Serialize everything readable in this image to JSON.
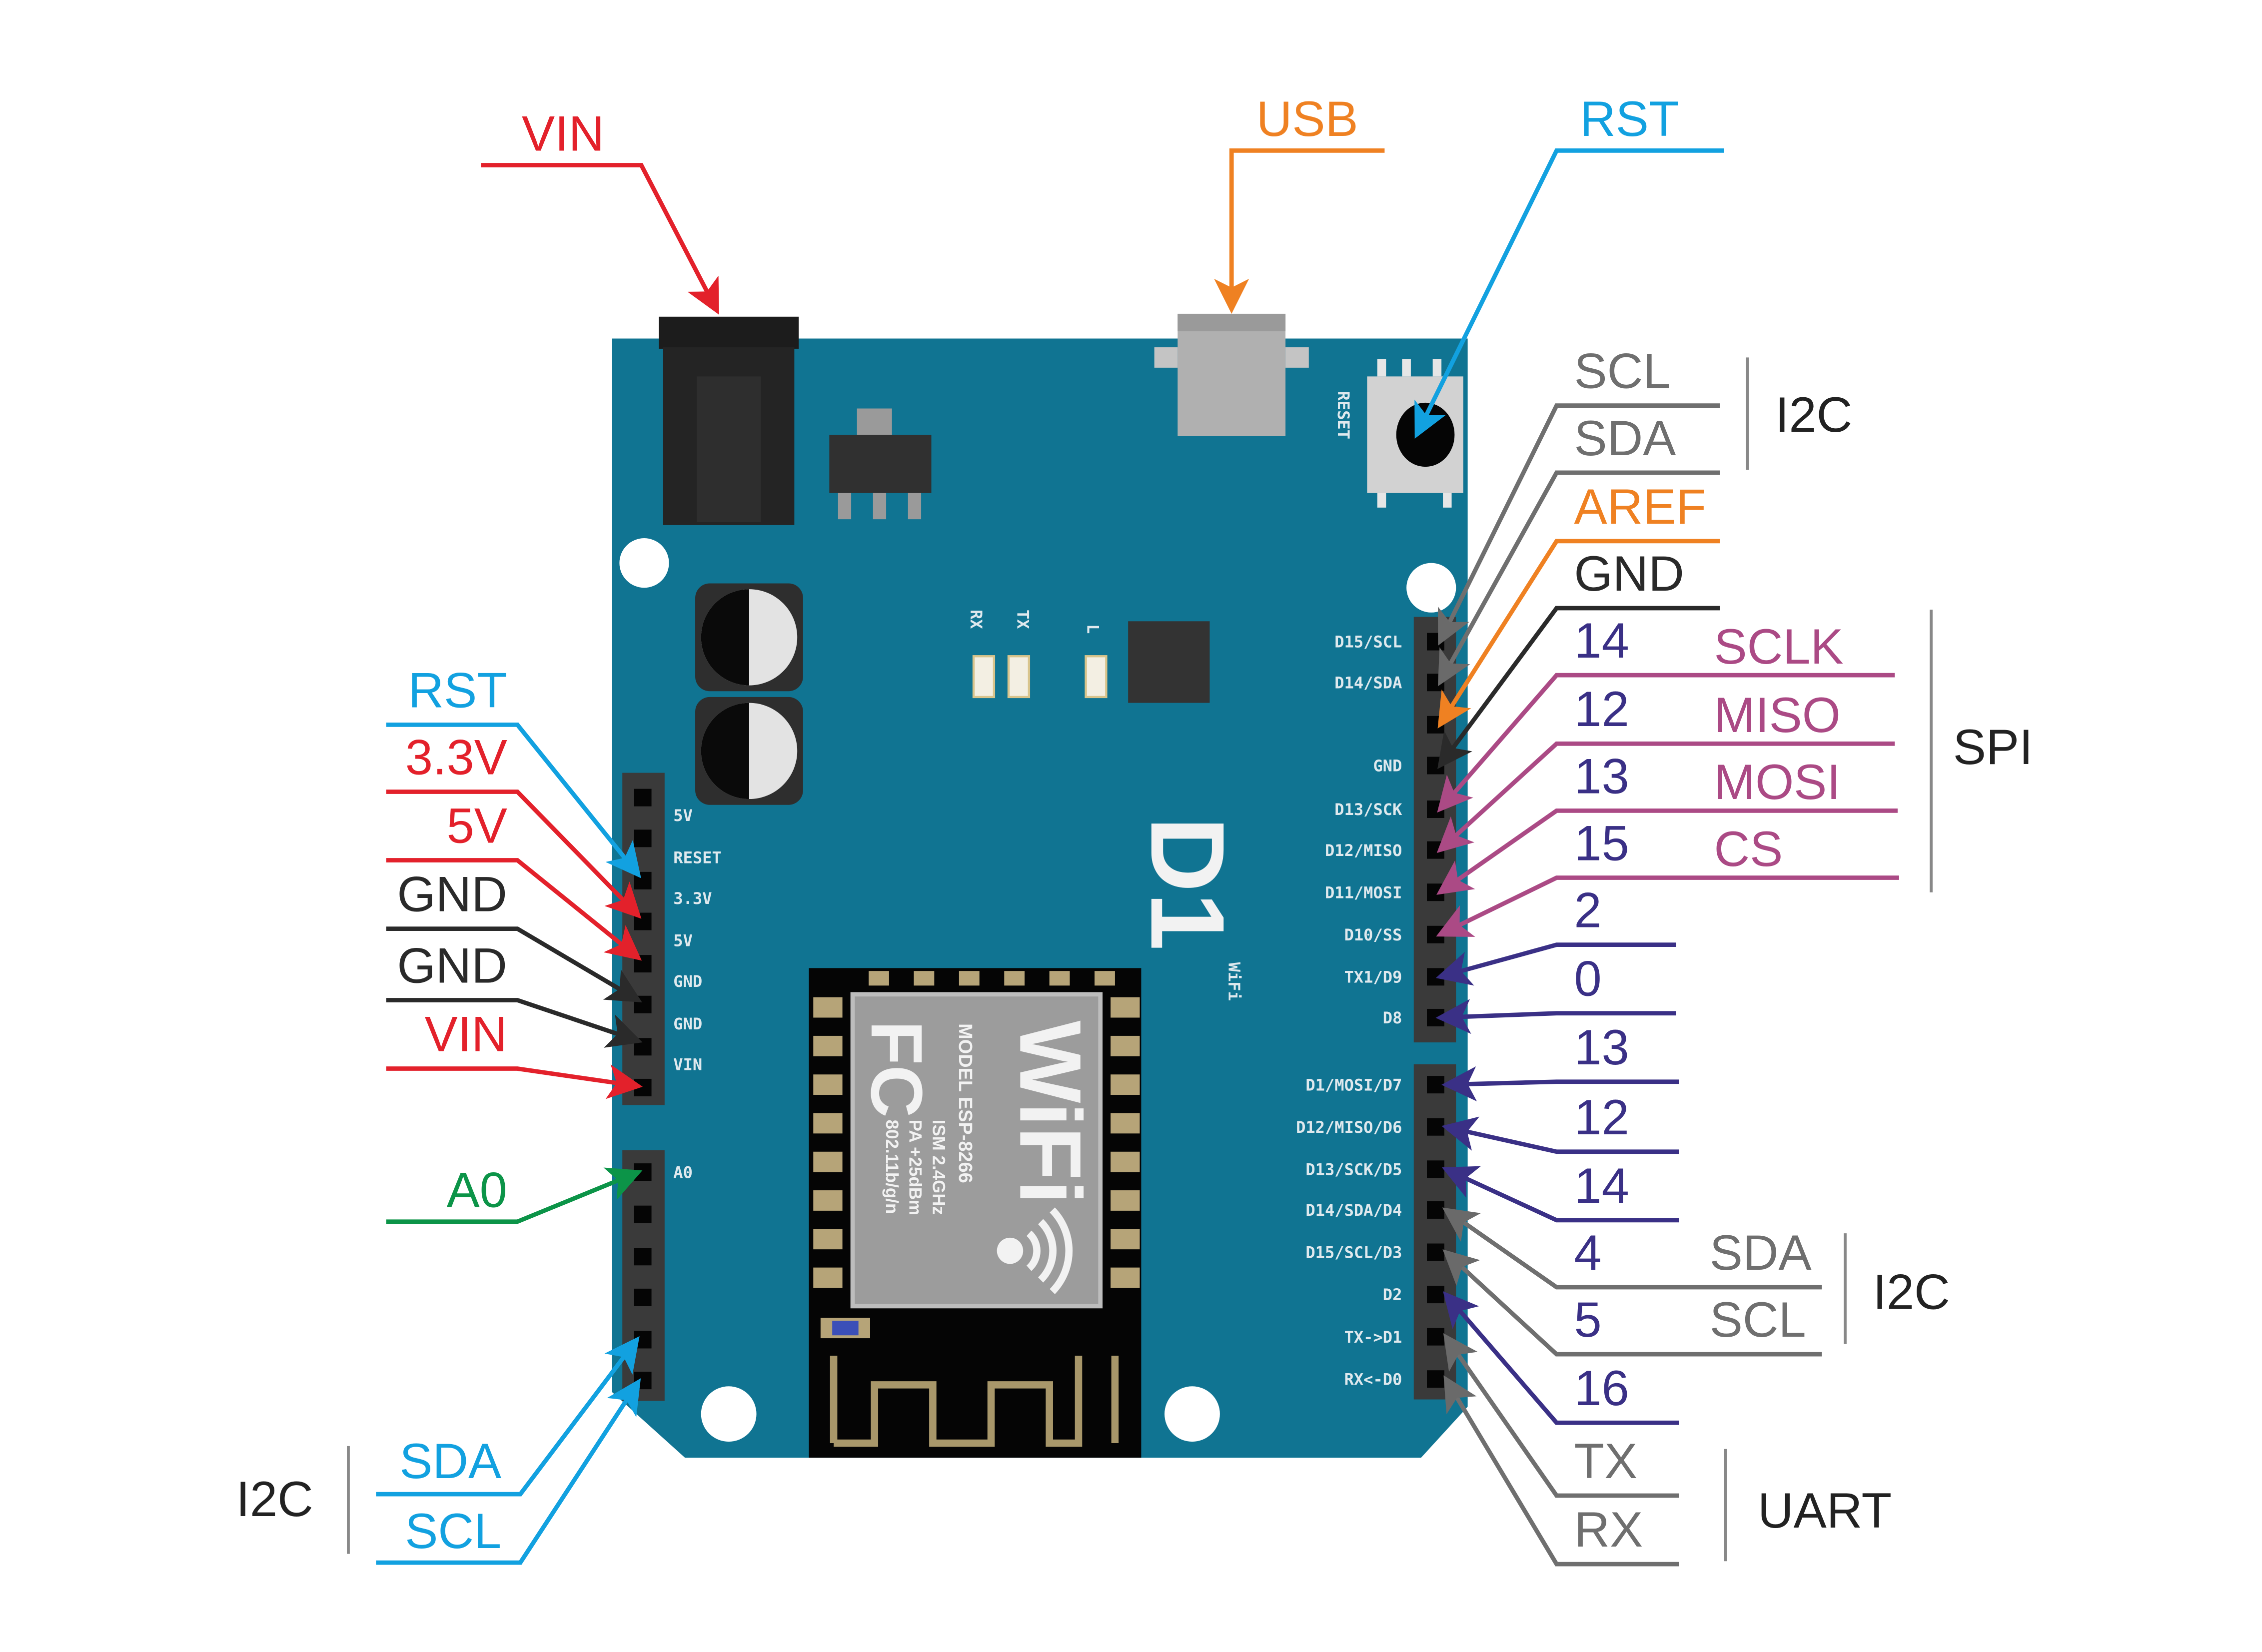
{
  "colors": {
    "board": "#107492",
    "red": "#e3212b",
    "orange": "#ef8122",
    "blue": "#12a1e0",
    "gray": "#6f6f6f",
    "black": "#2a2a2a",
    "indigo": "#3a3086",
    "magenta": "#ab4a85",
    "green": "#0c9448"
  },
  "top_labels": {
    "vin": "VIN",
    "usb": "USB",
    "rst": "RST"
  },
  "board": {
    "reset_silk": "RESET",
    "led_rx": "RX",
    "led_tx": "TX",
    "led_l": "L",
    "logo": "D1",
    "logo_sub": "WiFi",
    "module": {
      "wifi": "WiFi",
      "fc": "FC",
      "model": "MODEL ESP-8266",
      "ism": "ISM 2.4GHz",
      "pa": "PA +25dBm",
      "std": "802.11b/g/n"
    },
    "left_silk": [
      "5V",
      "RESET",
      "3.3V",
      "5V",
      "GND",
      "GND",
      "VIN"
    ],
    "analog_silk": [
      "A0"
    ],
    "right_silk_top": [
      "D15/SCL",
      "D14/SDA",
      "",
      "GND",
      "D13/SCK",
      "D12/MISO",
      "D11/MOSI",
      "D10/SS",
      "TX1/D9",
      "D8"
    ],
    "right_silk_bottom": [
      "D1/MOSI/D7",
      "D12/MISO/D6",
      "D13/SCK/D5",
      "D14/SDA/D4",
      "D15/SCL/D3",
      "D2",
      "TX->D1",
      "RX<-D0"
    ]
  },
  "left_labels": {
    "power": [
      "RST",
      "3.3V",
      "5V",
      "GND",
      "GND",
      "VIN"
    ],
    "analog": "A0",
    "i2c_sda": "SDA",
    "i2c_scl": "SCL",
    "i2c_group": "I2C"
  },
  "right_labels": {
    "top": [
      {
        "num": "SCL",
        "func": ""
      },
      {
        "num": "SDA",
        "func": ""
      },
      {
        "num": "AREF",
        "func": ""
      },
      {
        "num": "GND",
        "func": ""
      },
      {
        "num": "14",
        "func": "SCLK"
      },
      {
        "num": "12",
        "func": "MISO"
      },
      {
        "num": "13",
        "func": "MOSI"
      },
      {
        "num": "15",
        "func": "CS"
      },
      {
        "num": "2",
        "func": ""
      },
      {
        "num": "0",
        "func": ""
      }
    ],
    "bottom": [
      {
        "num": "13",
        "func": ""
      },
      {
        "num": "12",
        "func": ""
      },
      {
        "num": "14",
        "func": ""
      },
      {
        "num": "4",
        "func": "SDA"
      },
      {
        "num": "5",
        "func": "SCL"
      },
      {
        "num": "16",
        "func": ""
      },
      {
        "num": "TX",
        "func": ""
      },
      {
        "num": "RX",
        "func": ""
      }
    ],
    "groups": {
      "i2c_top": "I2C",
      "spi": "SPI",
      "i2c_bottom": "I2C",
      "uart": "UART"
    }
  }
}
